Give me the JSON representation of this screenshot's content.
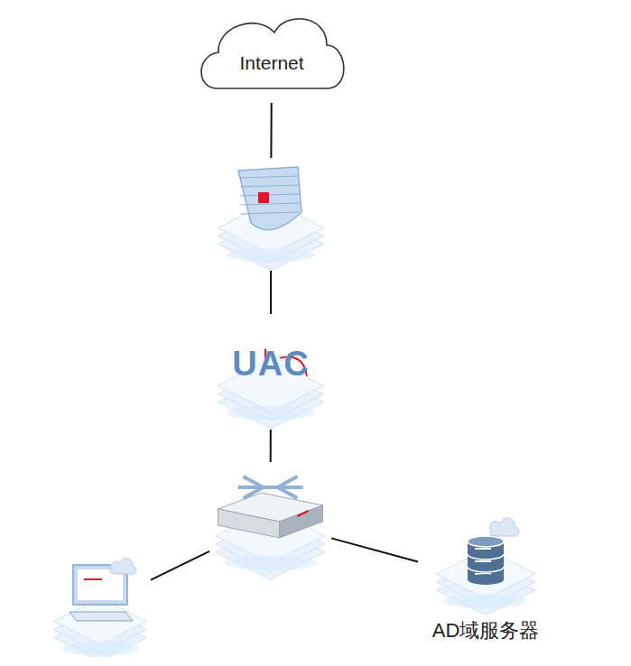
{
  "diagram": {
    "nodes": [
      {
        "text": [
          "Internet"
        ]
      },
      {
        "text": []
      },
      {
        "text": [
          "UAC"
        ]
      },
      {
        "text": []
      },
      {
        "text": []
      },
      {
        "text": [
          "AD域服务器"
        ]
      }
    ],
    "edges": [
      {
        "from": 0,
        "to": 1,
        "arrow": "none"
      },
      {
        "from": 1,
        "to": 2,
        "arrow": "none"
      },
      {
        "from": 2,
        "to": 3,
        "arrow": "none"
      },
      {
        "from": 3,
        "to": 4,
        "arrow": "none"
      },
      {
        "from": 3,
        "to": 5,
        "arrow": "none"
      }
    ]
  }
}
